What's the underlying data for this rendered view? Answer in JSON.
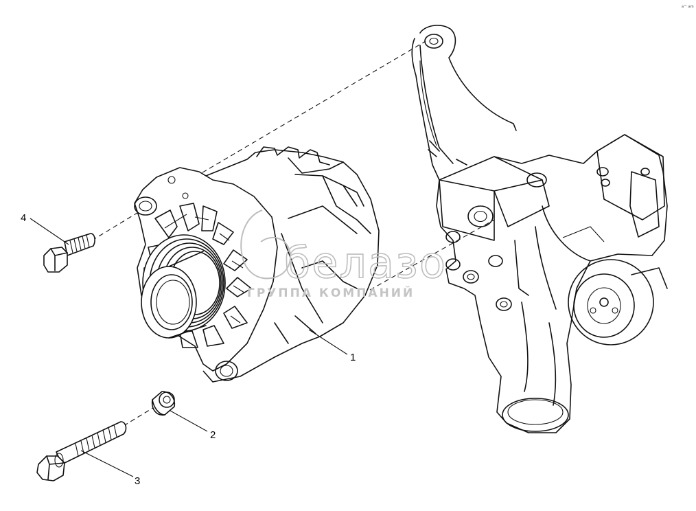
{
  "watermark": {
    "brand": "белазо",
    "tagline": "ГРУППА КОМПАНИЙ"
  },
  "corner_mark": "a™ am",
  "callouts": [
    {
      "id": "1",
      "label": "1"
    },
    {
      "id": "2",
      "label": "2"
    },
    {
      "id": "3",
      "label": "3"
    },
    {
      "id": "4",
      "label": "4"
    }
  ]
}
